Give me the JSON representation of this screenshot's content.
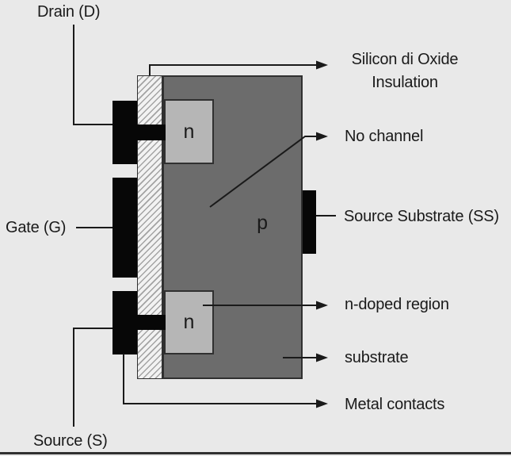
{
  "colors": {
    "background": "#e9e9e9",
    "substrate-body": "#6c6c6c",
    "n-region": "#b6b6b6",
    "oxide-fill": "#f2f2f2",
    "oxide-hatch": "#a3a3a3",
    "contact-black": "#070707",
    "outline": "#303030",
    "annotation-line": "#1a1a1a",
    "label-text": "#1a1a1a"
  },
  "diagram": {
    "terminals": {
      "drain": "Drain (D)",
      "gate": "Gate (G)",
      "source": "Source (S)"
    },
    "annotations": {
      "oxide_line1": "Silicon di Oxide",
      "oxide_line2": "Insulation",
      "no_channel": "No channel",
      "source_substrate": "Source Substrate (SS)",
      "n_doped_region": "n-doped region",
      "substrate": "substrate",
      "metal_contacts": "Metal contacts"
    },
    "regions": {
      "p_body": "p",
      "n_top": "n",
      "n_bottom": "n"
    }
  }
}
